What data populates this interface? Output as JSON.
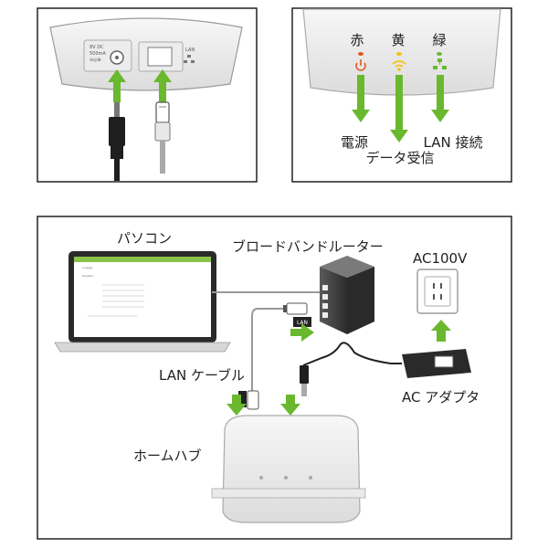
{
  "panel_top_left": {
    "port_power_text": [
      "8V DC",
      "500mA",
      "⊖◎⊕"
    ],
    "port_lan_text": "LAN"
  },
  "panel_top_right": {
    "led_labels": [
      "赤",
      "黄",
      "緑"
    ],
    "callouts": [
      "電源",
      "データ受信",
      "LAN 接続"
    ]
  },
  "panel_bottom": {
    "pc_label": "パソコン",
    "router_label": "ブロードバンドルーター",
    "outlet_label": "AC100V",
    "cable_label": "LAN ケーブル",
    "adapter_label": "AC アダプタ",
    "hub_label": "ホームハブ",
    "lan_tag": "LAN",
    "screen_logo": "engage",
    "screen_title": "Register"
  },
  "colors": {
    "arrow_green": "#6ab82e",
    "led_red": "#e2571e",
    "led_yellow": "#f4c20d",
    "led_green": "#6ab82e",
    "frame": "#222222"
  }
}
